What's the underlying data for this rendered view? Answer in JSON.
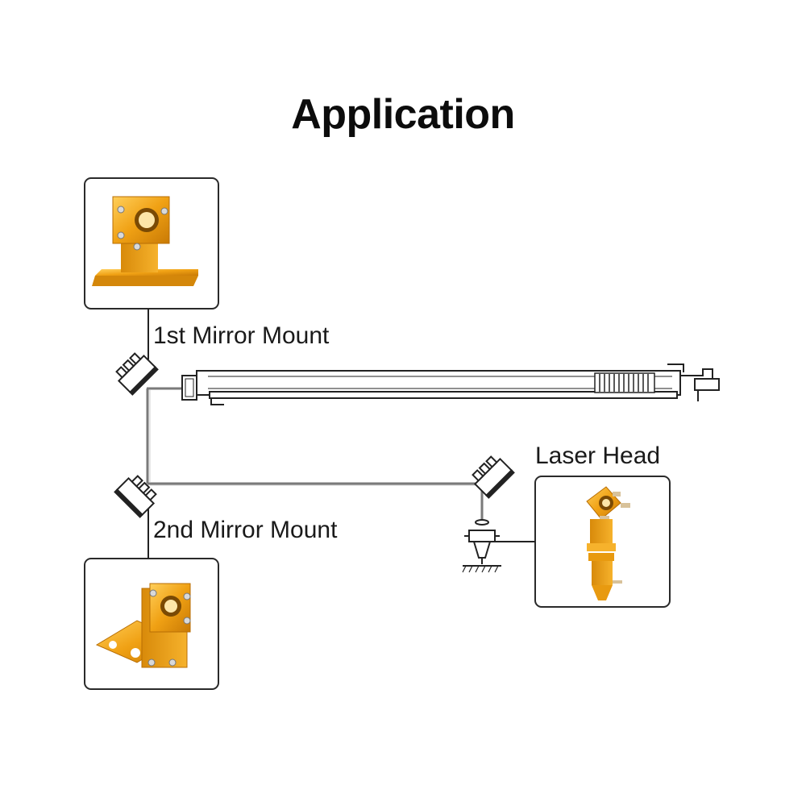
{
  "title": "Application",
  "labels": {
    "first_mirror": "1st Mirror Mount",
    "second_mirror": "2nd Mirror Mount",
    "laser_head": "Laser Head"
  },
  "colors": {
    "part_orange": "#f0a114",
    "part_orange_dark": "#c97a05",
    "part_orange_light": "#ffc64a",
    "line": "#222222",
    "beam_gray": "#7a7a7a",
    "frame_stroke": "#2a2a2a"
  },
  "icons": [
    "mirror-mount-icon",
    "laser-tube-icon",
    "focus-lens-icon",
    "laser-head-nozzle-icon"
  ]
}
